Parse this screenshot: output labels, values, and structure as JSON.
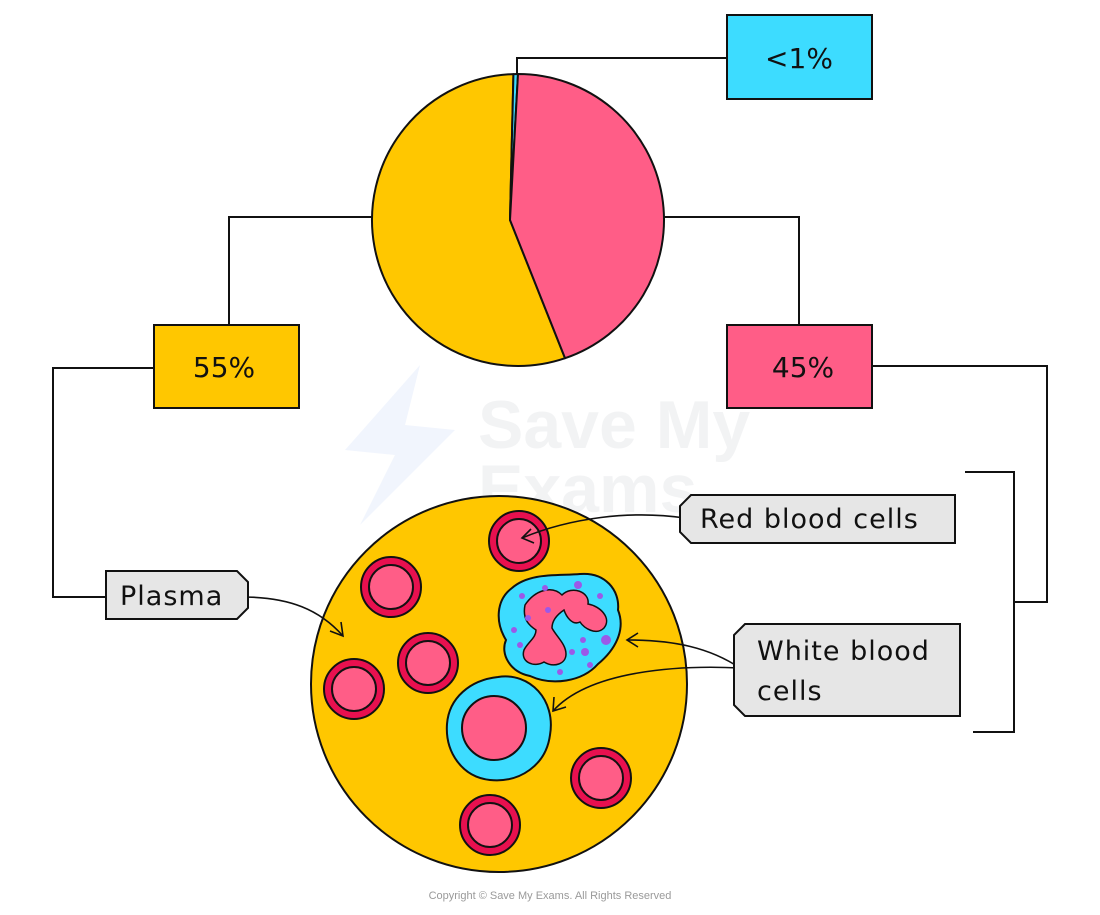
{
  "chart_data": {
    "type": "pie",
    "values": [
      55,
      45,
      0.5
    ],
    "labels": [
      "55%",
      "45%",
      "<1%"
    ],
    "colors": [
      "#FFC700",
      "#FF5D87",
      "#3DDCFF"
    ]
  },
  "callouts": {
    "plasma_pct": "55%",
    "red_pct": "45%",
    "white_pct": "<1%"
  },
  "labels": {
    "plasma": "Plasma",
    "red_blood_cells": "Red blood cells",
    "white_blood_cells_line1": "White blood",
    "white_blood_cells_line2": "cells"
  },
  "watermark": {
    "line1": "Save My",
    "line2": "Exams"
  },
  "footer": {
    "copyright": "Copyright © Save My Exams. All Rights Reserved"
  },
  "colors": {
    "plasma": "#FFC700",
    "red": "#FF5D87",
    "red_rim": "#E8104F",
    "white_cyan": "#3DDCFF",
    "granule": "#9B59E8",
    "tag_fill": "#E6E6E6",
    "outline": "#111111"
  }
}
